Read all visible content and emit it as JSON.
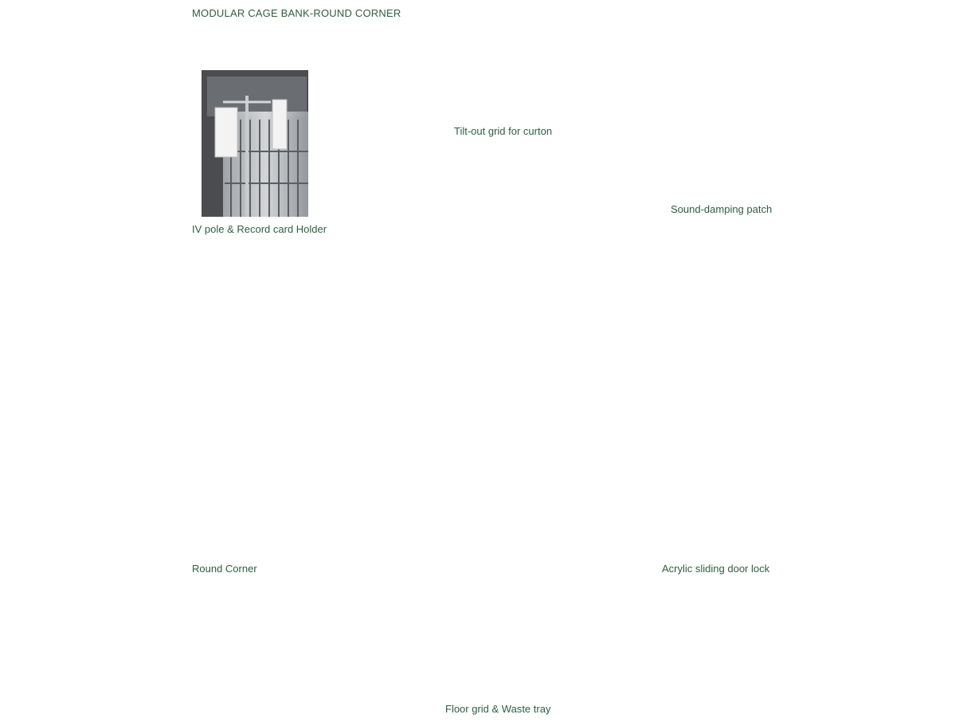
{
  "title": "MODULAR CAGE BANK-ROUND CORNER",
  "callouts": {
    "iv_pole": "IV pole & Record card Holder",
    "tilt_grid": "Tilt-out grid for curton",
    "sound_damping": "Sound-damping patch",
    "round_corner": "Round Corner",
    "door_lock": "Acrylic sliding door lock",
    "floor_grid": "Floor grid & Waste tray"
  },
  "colors": {
    "label_text": "#2e5e3e",
    "arrow": "#3f86d6",
    "steel": "#b9bcbf",
    "dark_panel": "#3b3e44"
  }
}
